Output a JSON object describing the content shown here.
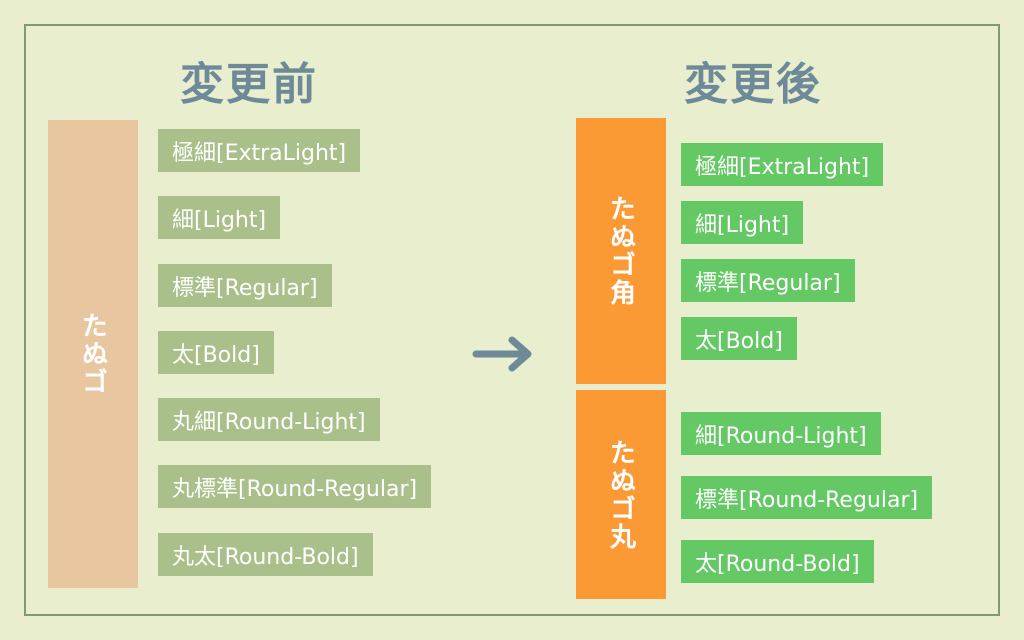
{
  "colors": {
    "background": "#e8eece",
    "frame_border": "#7f9a7a",
    "heading_text": "#6e8a99",
    "before_group_bar": "#e8c6a0",
    "before_label": "#a9c08b",
    "after_group_bar": "#fb9a35",
    "after_label": "#64c864",
    "arrow": "#6e8a99"
  },
  "before": {
    "heading": "変更前",
    "group": "たぬゴ",
    "weights": [
      "極細[ExtraLight]",
      "細[Light]",
      "標準[Regular]",
      "太[Bold]",
      "丸細[Round-Light]",
      "丸標準[Round-Regular]",
      "丸太[Round-Bold]"
    ]
  },
  "after": {
    "heading": "変更後",
    "groups": [
      {
        "name": "たぬゴ角",
        "weights": [
          "極細[ExtraLight]",
          "細[Light]",
          "標準[Regular]",
          "太[Bold]"
        ]
      },
      {
        "name": "たぬゴ丸",
        "weights": [
          "細[Round-Light]",
          "標準[Round-Regular]",
          "太[Round-Bold]"
        ]
      }
    ]
  },
  "arrow_icon": "arrow-right-icon"
}
